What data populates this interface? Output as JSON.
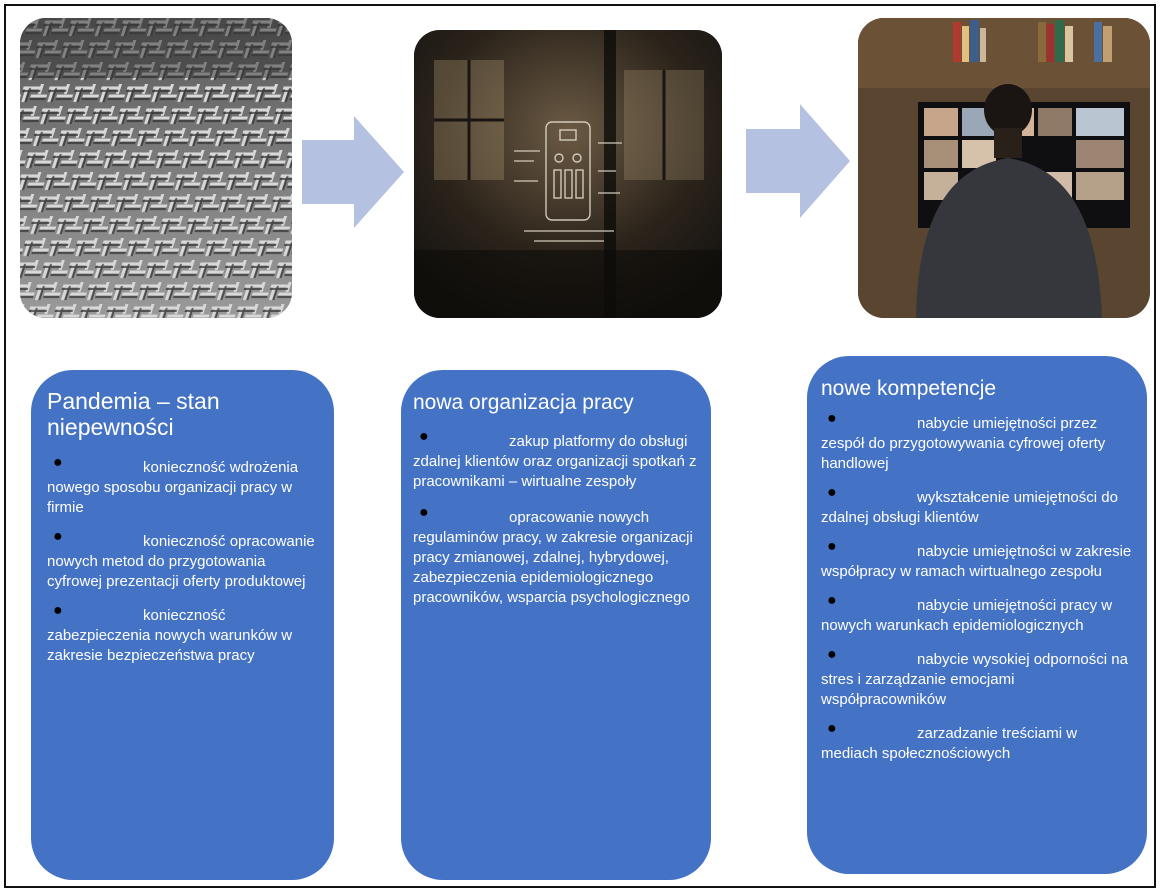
{
  "colors": {
    "box": "#4472C4",
    "arrow": "#B4C1E0",
    "bullet": "#000000"
  },
  "images": [
    {
      "icon": "maze-photo"
    },
    {
      "icon": "digital-glass-board-photo"
    },
    {
      "icon": "video-call-photo"
    }
  ],
  "boxes": [
    {
      "title": "Pandemia – stan niepewności",
      "items": [
        "konieczność wdrożenia nowego sposobu organizacji pracy w firmie",
        "konieczność opracowanie  nowych metod do przygotowania cyfrowej prezentacji oferty produktowej",
        "konieczność zabezpieczenia nowych warunków w zakresie bezpieczeństwa pracy"
      ]
    },
    {
      "title": "nowa organizacja pracy",
      "items": [
        "zakup platformy do obsługi zdalnej klientów oraz organizacji spotkań  z pracownikami – wirtualne zespoły",
        "opracowanie  nowych regulaminów  pracy, w zakresie organizacji pracy zmianowej, zdalnej, hybrydowej, zabezpieczenia epidemiologicznego pracowników, wsparcia psychologicznego"
      ]
    },
    {
      "title": "nowe kompetencje",
      "items": [
        "nabycie umiejętności przez zespół do przygotowywania cyfrowej oferty handlowej",
        "wykształcenie umiejętności do zdalnej obsługi klientów",
        "nabycie umiejętności w zakresie  współpracy w ramach wirtualnego zespołu",
        "nabycie umiejętności pracy w nowych warunkach epidemiologicznych",
        "nabycie wysokiej odporności na stres i zarządzanie emocjami współpracowników",
        "zarzadzanie treściami w mediach społecznościowych"
      ]
    }
  ]
}
